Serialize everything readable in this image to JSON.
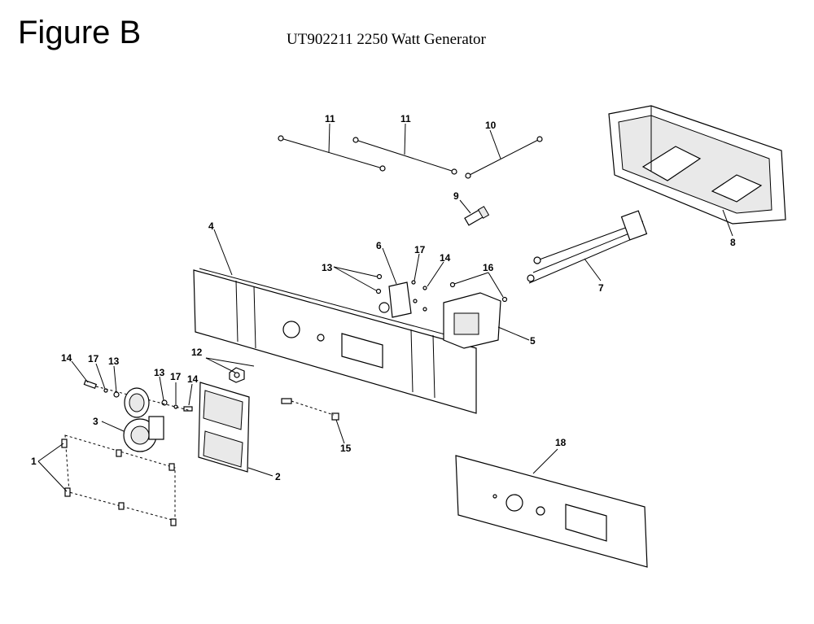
{
  "header": {
    "figure_label": "Figure B",
    "model_title": "UT902211 2250 Watt Generator"
  },
  "callouts": {
    "c1": "1",
    "c2": "2",
    "c3": "3",
    "c4": "4",
    "c5": "5",
    "c6": "6",
    "c7": "7",
    "c8": "8",
    "c9": "9",
    "c10": "10",
    "c11a": "11",
    "c11b": "11",
    "c12": "12",
    "c13a": "13",
    "c13b": "13",
    "c13c": "13",
    "c14a": "14",
    "c14b": "14",
    "c14c": "14",
    "c15": "15",
    "c16": "16",
    "c17a": "17",
    "c17b": "17",
    "c17c": "17",
    "c18": "18"
  }
}
